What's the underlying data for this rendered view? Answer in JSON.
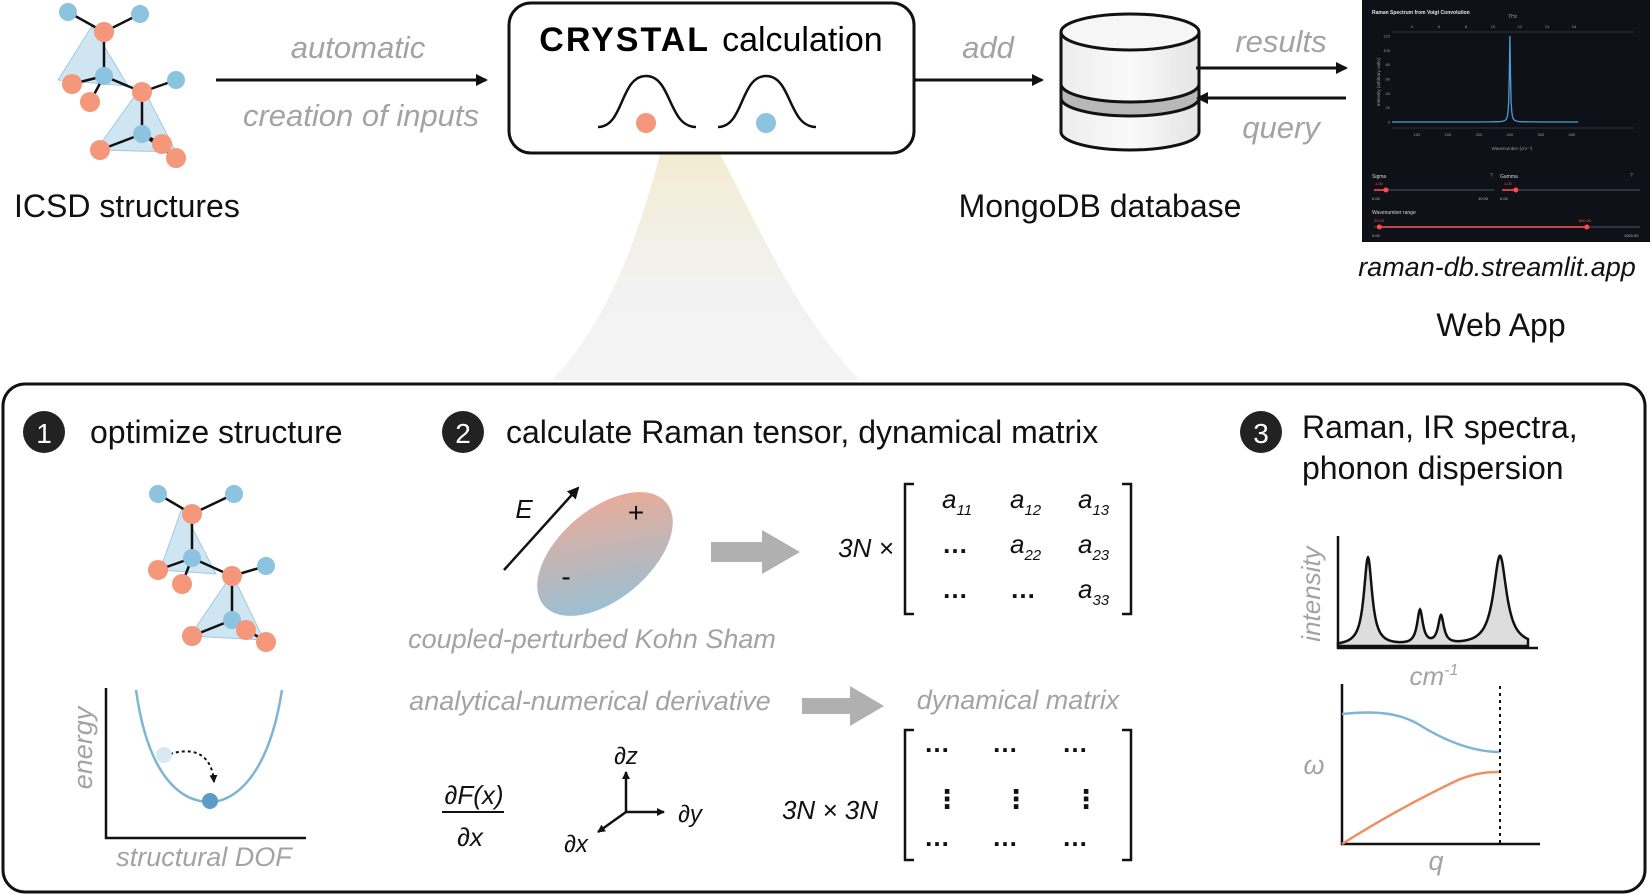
{
  "pipeline": {
    "source_label": "ICSD structures",
    "arrow1_label_line1": "automatic",
    "arrow1_label_line2": "creation of inputs",
    "calc_box_title_bold": "CRYSTAL",
    "calc_box_title_rest": "calculation",
    "arrow2_label": "add",
    "db_label": "MongoDB database",
    "arrow_results_label": "results",
    "arrow_query_label": "query",
    "webapp_url": "raman-db.streamlit.app",
    "webapp_label": "Web App"
  },
  "webapp_screenshot": {
    "chart_title": "Raman Spectrum from Voigt Convolution",
    "x_axis_label": "Wavenumber (cm⁻¹)",
    "y_axis_label": "Intensity (arbitrary units)",
    "x_ticks": [
      "100",
      "200",
      "300",
      "400",
      "500",
      "600"
    ],
    "y_ticks": [
      "0",
      "20",
      "40",
      "60",
      "80",
      "100",
      "120"
    ],
    "top_ticks": [
      "4",
      "6",
      "8",
      "10",
      "12",
      "14",
      "16"
    ],
    "top_axis_label": "THz",
    "slider_sigma_label": "Sigma",
    "slider_sigma_value": "1.00",
    "slider_sigma_min": "0.00",
    "slider_sigma_max": "10.00",
    "slider_gamma_label": "Gamma",
    "slider_gamma_value": "1.00",
    "slider_gamma_min": "0.00",
    "slider_gamma_max": "10.00",
    "slider_range_label": "Wavenumber range",
    "slider_range_low": "20.00",
    "slider_range_high": "800.00",
    "slider_range_min": "0.00",
    "slider_range_max": "1000.00",
    "colors": {
      "background": "#0e1117",
      "line": "#4a9fd6",
      "slider": "#ff4b4b"
    }
  },
  "steps": {
    "step1_number": "1",
    "step1_title": "optimize structure",
    "step1_ylabel": "energy",
    "step1_xlabel": "structural DOF",
    "step2_number": "2",
    "step2_title": "calculate Raman tensor, dynamical matrix",
    "field_label": "E",
    "plus_sign": "+",
    "minus_sign": "-",
    "cpks_label": "coupled-perturbed Kohn Sham",
    "tensor_prefix": "3N ×",
    "tensor_cells": [
      [
        "a11",
        "a12",
        "a13"
      ],
      [
        "…",
        "a22",
        "a23"
      ],
      [
        "…",
        "…",
        "a33"
      ]
    ],
    "derivative_label": "analytical-numerical derivative",
    "dynmat_label": "dynamical matrix",
    "deriv_numerator": "∂F(x)",
    "deriv_denominator": "∂x",
    "axis_z": "∂z",
    "axis_y": "∂y",
    "axis_x": "∂x",
    "dynmat_prefix": "3N × 3N",
    "dynmat_row_dots": "…",
    "dynmat_col_dots": "⋮",
    "step3_number": "3",
    "step3_title_line1": "Raman, IR spectra,",
    "step3_title_line2": "phonon dispersion",
    "spectra_ylabel": "intensity",
    "spectra_xlabel": "cm",
    "spectra_xlabel_sup": "-1",
    "disp_ylabel": "ω",
    "disp_xlabel": "q"
  },
  "colors": {
    "atom_orange": "#f4977a",
    "atom_blue": "#8cc3de",
    "tetra_fill": "#cfe6f2",
    "curve_blue": "#7fb4d3",
    "curve_orange": "#f08f63",
    "gray_text": "#a3a3a3",
    "gray_arrow": "#b0b0b0"
  }
}
